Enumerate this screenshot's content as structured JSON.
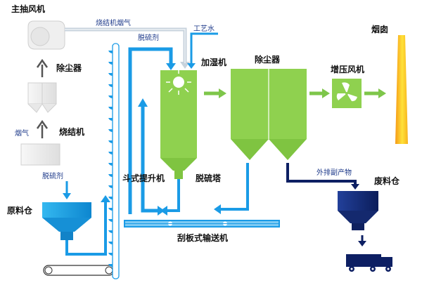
{
  "labels": {
    "main_fan": "主抽风机",
    "sinter_flue_gas": "烧结机烟气",
    "desulfurizer_top": "脱硫剂",
    "process_water": "工艺水",
    "humidifier": "加湿机",
    "dust_collector_center": "除尘器",
    "chimney": "烟囱",
    "dust_collector_left": "除尘器",
    "booster_fan": "增压风机",
    "flue_gas": "烟气",
    "sintering_machine": "烧结机",
    "bucket_elevator": "斗式提升机",
    "desulfurization_tower": "脱硫塔",
    "byproduct_discharge": "外排副产物",
    "waste_silo": "废料仓",
    "desulfurizer_left": "脱硫剂",
    "raw_material_silo": "原料仓",
    "scraper_conveyor": "刮板式输送机"
  },
  "colors": {
    "blue_pipe": "#1a9be6",
    "dark_pipe": "#0d1f63",
    "gas_pipe": "#c7d2dc",
    "green_equipment": "#8fd14f",
    "green_arrow": "#7ec64a",
    "chimney_orange": "#f7a21c",
    "chimney_yellow": "#ffe23a",
    "silo_blue": "#1aa6e8",
    "waste_silo": "#152c7a"
  }
}
